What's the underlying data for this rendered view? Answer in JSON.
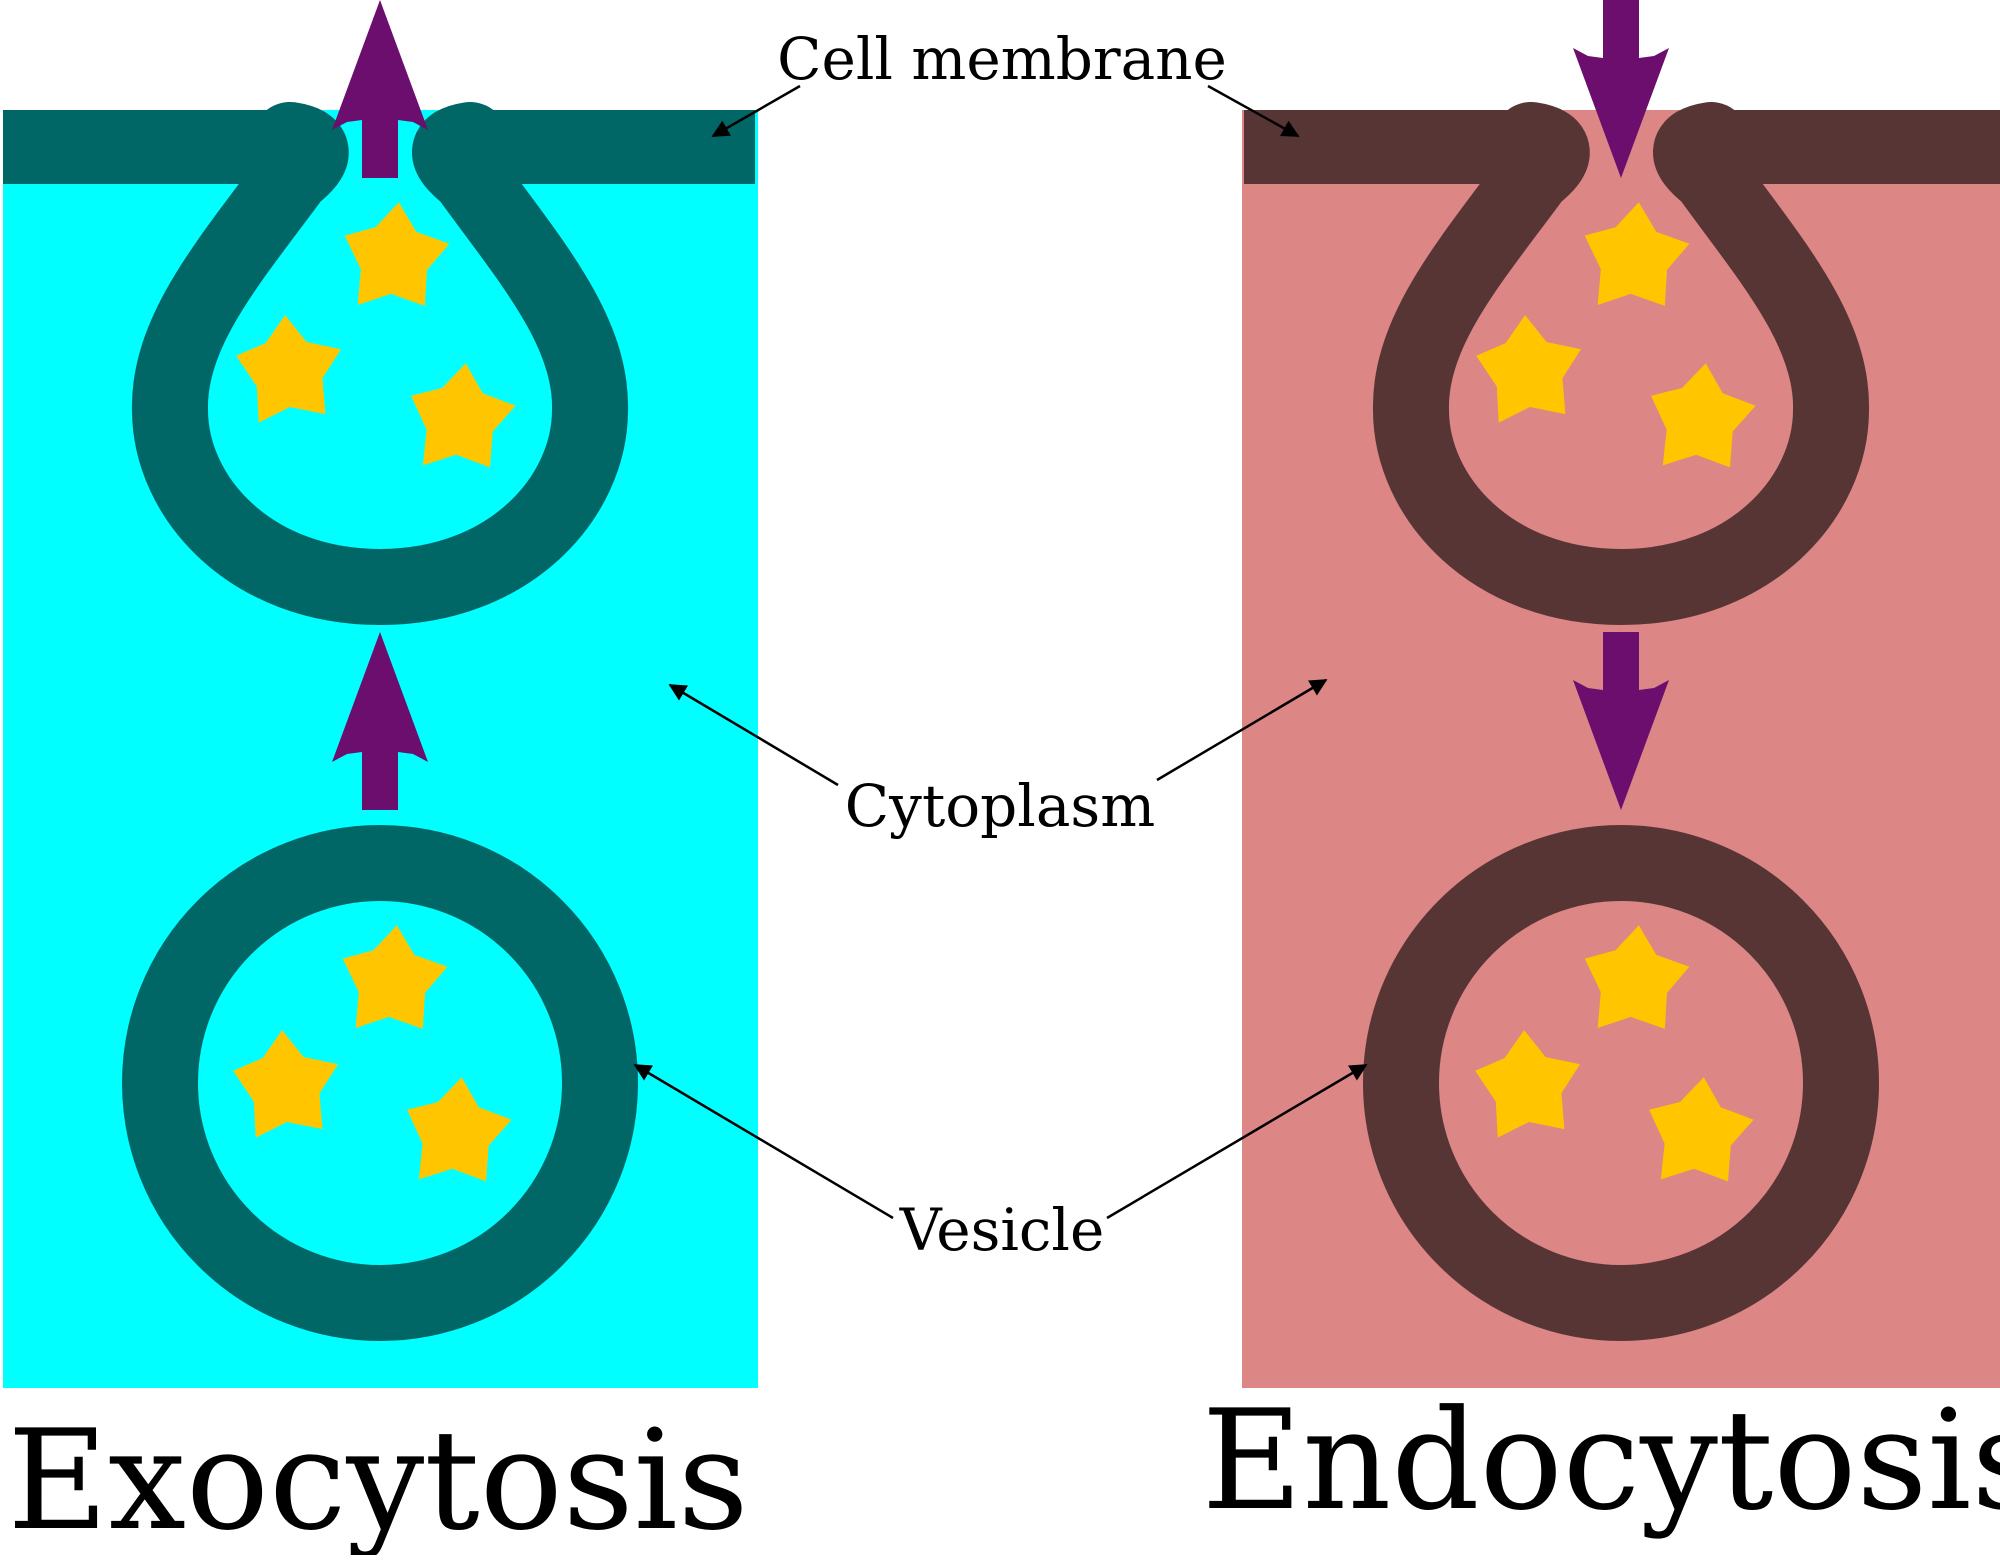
{
  "labels": {
    "cell_membrane": "Cell membrane",
    "cytoplasm": "Cytoplasm",
    "vesicle": "Vesicle"
  },
  "titles": {
    "exocytosis": "Exocytosis",
    "endocytosis": "Endocytosis"
  },
  "colors": {
    "exo_cytoplasm": "#00ffff",
    "exo_membrane": "#006666",
    "endo_cytoplasm": "#dc8686",
    "endo_membrane": "#583535",
    "arrow": "#6b0e6e",
    "cargo_star": "#ffc600",
    "pointer_line": "#000000",
    "background": "#ffffff"
  },
  "icons": [
    "cargo-star-icon",
    "arrow-up-icon",
    "arrow-down-icon"
  ]
}
